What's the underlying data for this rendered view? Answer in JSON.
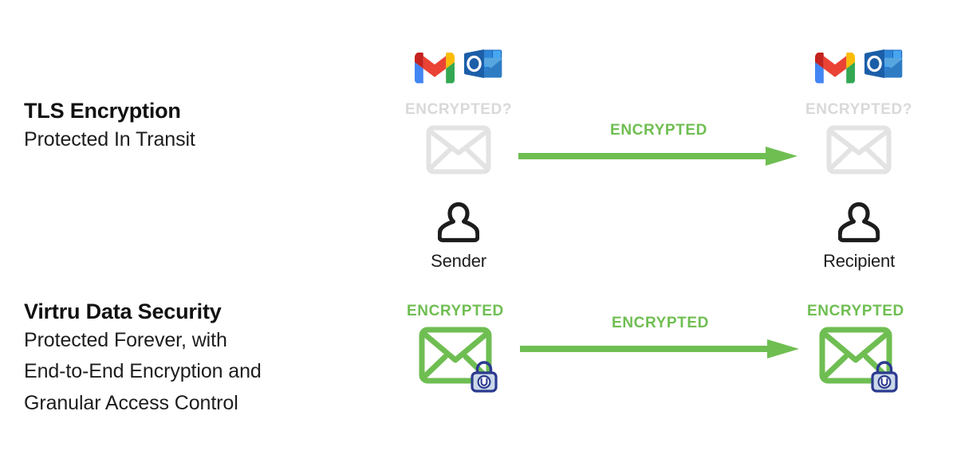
{
  "rows": [
    {
      "id": "tls",
      "title": "TLS Encryption",
      "subtitle_lines": [
        "Protected In Transit"
      ],
      "sender": {
        "apps": [
          "gmail-logo",
          "outlook-logo"
        ],
        "state_label": "ENCRYPTED?",
        "state": "unknown",
        "envelope": "envelope-plain-icon",
        "person_icon": "person-icon",
        "person_label": "Sender"
      },
      "transit": {
        "label": "ENCRYPTED",
        "arrow": "arrow-right-icon",
        "color": "#6FBE52"
      },
      "recipient": {
        "apps": [
          "gmail-logo",
          "outlook-logo"
        ],
        "state_label": "ENCRYPTED?",
        "state": "unknown",
        "envelope": "envelope-plain-icon",
        "person_icon": "person-icon",
        "person_label": "Recipient"
      }
    },
    {
      "id": "virtru",
      "title": "Virtru Data Security",
      "subtitle_lines": [
        "Protected Forever, with",
        "End-to-End Encryption and",
        "Granular Access Control"
      ],
      "sender": {
        "state_label": "ENCRYPTED",
        "state": "secure",
        "envelope": "envelope-locked-icon",
        "lock": "virtru-padlock-icon"
      },
      "transit": {
        "label": "ENCRYPTED",
        "arrow": "arrow-right-icon",
        "color": "#6FBE52"
      },
      "recipient": {
        "state_label": "ENCRYPTED",
        "state": "secure",
        "envelope": "envelope-locked-icon",
        "lock": "virtru-padlock-icon"
      }
    }
  ],
  "colors": {
    "green": "#6FBE52",
    "gray_light": "#d9d9d9",
    "gray_envelope": "#e3e3e3",
    "text_dark": "#111111",
    "lock_navy": "#2B3A8F",
    "lock_fill": "#CBD8E8",
    "background": "#ffffff"
  }
}
